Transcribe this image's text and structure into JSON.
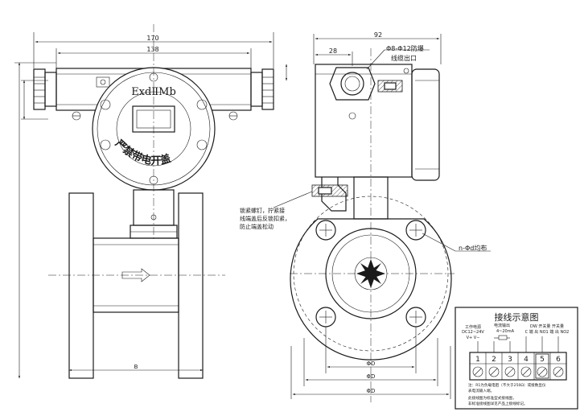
{
  "dimensions": {
    "front_overall_width": "170",
    "front_inner_width": "138",
    "side_width": "92",
    "side_offset": "28",
    "front_length": "B",
    "bolt_circle_1": "ΦD",
    "bolt_circle_2": "ΦD",
    "flange_diameter": "ΦD"
  },
  "labels": {
    "enclosure_marking": "ExdⅡMb",
    "nameplate": "严禁带电开盖",
    "cable_entry": "Φ8-Φ12防爆",
    "cable_entry_line2": "线缆出口",
    "lock_screw_line1": "锁紧螺钉，拧紧接",
    "lock_screw_line2": "线端盖后反锁扣紧，",
    "lock_screw_line3": "防止端盖松动",
    "bolt_holes": "n-Φd均布"
  },
  "wiring": {
    "title": "接线示意图",
    "power_label": "工作电源",
    "power_spec": "DC12~24V",
    "power_polarity": "V+ V−",
    "current_label": "电流输出",
    "current_spec": "4~20mA",
    "relay_label": "DW 开关量 开关量",
    "relay_sub": "C 端 出 NO1 端 出 NO2",
    "terminals": [
      "1",
      "2",
      "3",
      "4",
      "5",
      "6"
    ],
    "note_1": "注：R1为负载电阻（不大于250Ω）或接数显仪",
    "note_2": "    表电流输入端。",
    "note_3": "此接线图为标准型式接线图，",
    "note_4": "非标准接线图详见产品上接线标记。"
  }
}
